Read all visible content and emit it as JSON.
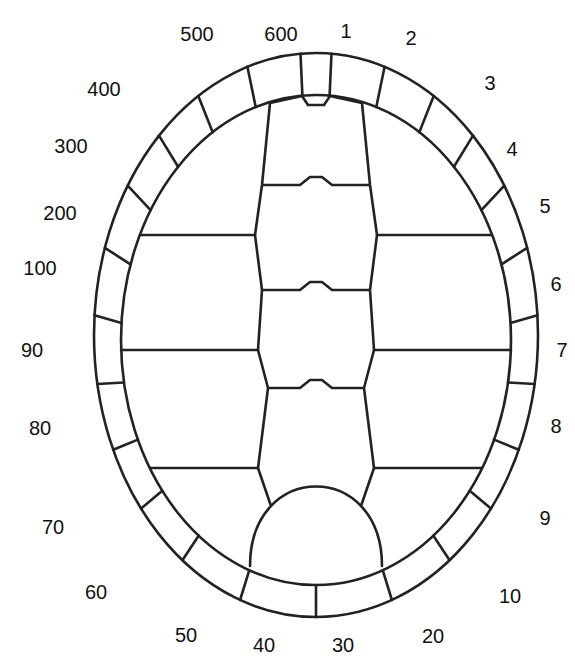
{
  "diagram": {
    "labels": [
      "500",
      "600",
      "1",
      "2",
      "400",
      "3",
      "300",
      "4",
      "200",
      "5",
      "100",
      "6",
      "90",
      "7",
      "80",
      "8",
      "70",
      "9",
      "60",
      "10",
      "50",
      "40",
      "30",
      "20"
    ]
  }
}
